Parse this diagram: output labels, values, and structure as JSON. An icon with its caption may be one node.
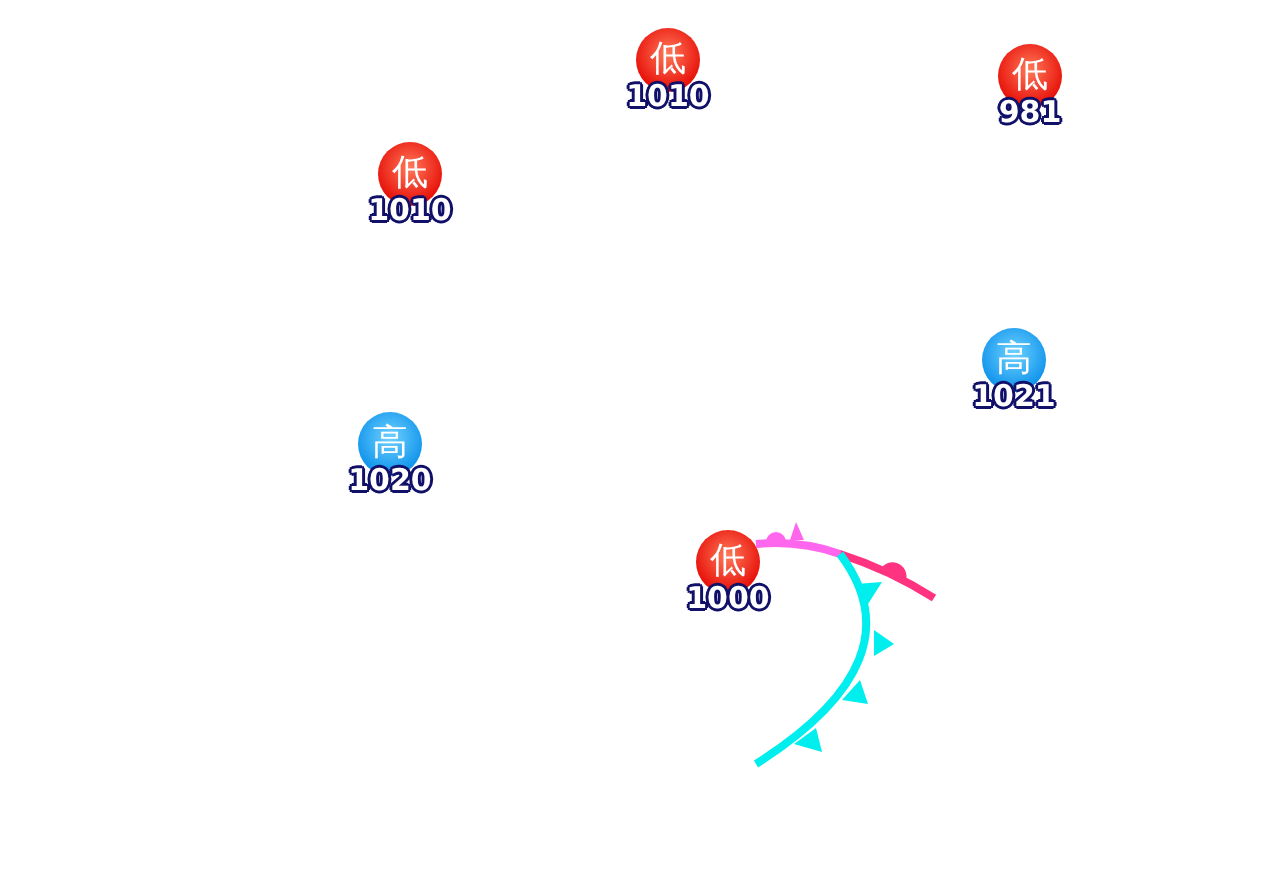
{
  "diagram": {
    "nodes": [
      {
        "text": [
          "低"
        ],
        "beside": [
          "1010"
        ]
      },
      {
        "text": [
          "低"
        ],
        "beside": [
          "981"
        ]
      },
      {
        "text": [
          "低"
        ],
        "beside": [
          "1010"
        ]
      },
      {
        "text": [
          "高"
        ],
        "beside": [
          "1021"
        ]
      },
      {
        "text": [
          "高"
        ],
        "beside": [
          "1020"
        ]
      },
      {
        "text": [
          "低"
        ],
        "beside": [
          "1000"
        ]
      }
    ]
  }
}
